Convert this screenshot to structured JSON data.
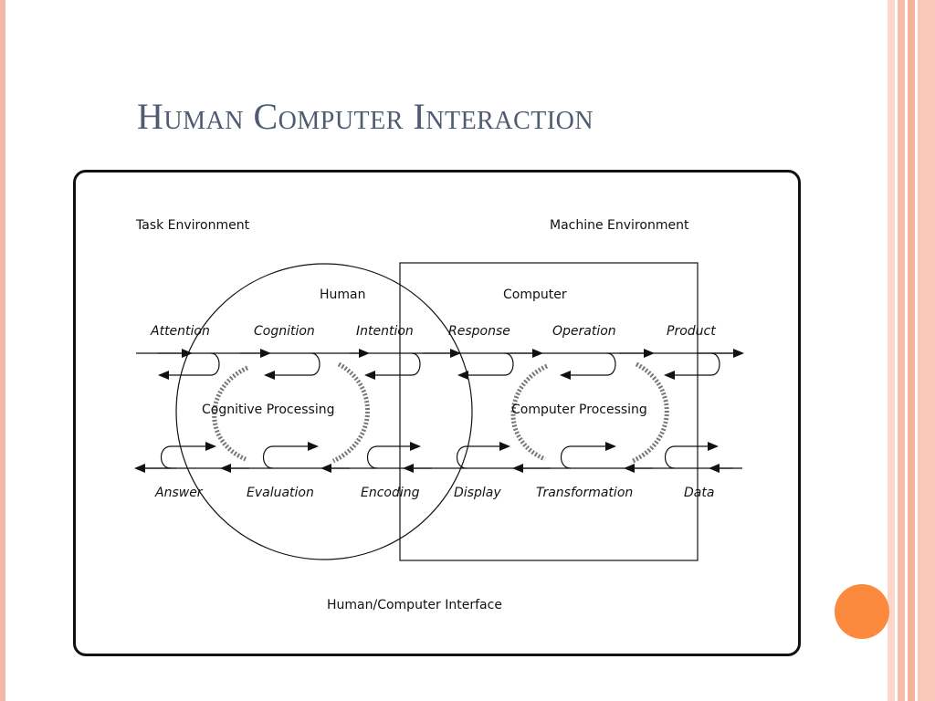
{
  "slide": {
    "title": "Human Computer Interaction"
  },
  "diagram": {
    "task_environment": "Task Environment",
    "machine_environment": "Machine Environment",
    "human": "Human",
    "computer": "Computer",
    "cognitive_processing": "Cognitive Processing",
    "computer_processing": "Computer Processing",
    "interface": "Human/Computer Interface",
    "top_labels": [
      "Attention",
      "Cognition",
      "Intention",
      "Response",
      "Operation",
      "Product"
    ],
    "bottom_labels": [
      "Answer",
      "Evaluation",
      "Encoding",
      "Display",
      "Transformation",
      "Data"
    ]
  },
  "colors": {
    "title": "#4e5b72",
    "accent_dot": "#fb8a3e",
    "border": "#f4b9a6"
  }
}
